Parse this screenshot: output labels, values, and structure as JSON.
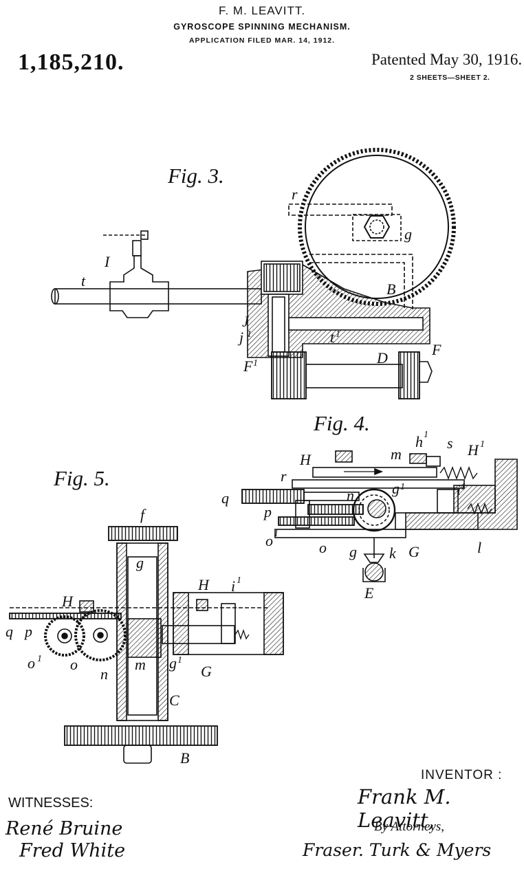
{
  "header": {
    "inventor_name": "F. M. LEAVITT.",
    "title": "GYROSCOPE SPINNING MECHANISM.",
    "filed": "APPLICATION FILED MAR. 14, 1912.",
    "patent_number": "1,185,210.",
    "patented": "Patented May 30, 1916.",
    "sheets": "2 SHEETS—SHEET 2."
  },
  "figures": {
    "fig3": {
      "caption": "Fig. 3.",
      "labels": {
        "r": "r",
        "g": "g",
        "I": "I",
        "t": "t",
        "B": "B",
        "J": "J",
        "j1": "j",
        "j1_sup": "1",
        "t1": "t",
        "t1_sup": "1",
        "D": "D",
        "F": "F",
        "F1": "F",
        "F1_sup": "1"
      }
    },
    "fig4": {
      "caption": "Fig. 4.",
      "labels": {
        "h1": "h",
        "h1_sup": "1",
        "s": "s",
        "H1": "H",
        "H1_sup": "1",
        "m": "m",
        "H": "H",
        "r": "r",
        "g1": "g",
        "g1_sup": "1",
        "q": "q",
        "n": "n",
        "i1": "i",
        "i1_sup": "1",
        "p": "p",
        "o1": "o",
        "o1_sup": "1",
        "o": "o",
        "g": "g",
        "k": "k",
        "G": "G",
        "l": "l",
        "E": "E"
      }
    },
    "fig5": {
      "caption": "Fig. 5.",
      "labels": {
        "f": "f",
        "g": "g",
        "H_top": "H",
        "i1": "i",
        "i1_sup": "1",
        "H": "H",
        "q": "q",
        "p": "p",
        "o1": "o",
        "o1_sup": "1",
        "o": "o",
        "n": "n",
        "m": "m",
        "g1": "g",
        "g1_sup": "1",
        "G": "G",
        "C": "C",
        "B": "B"
      }
    }
  },
  "footer": {
    "inventor_heading": "INVENTOR :",
    "inventor_signature": "Frank M. Leavitt,",
    "witnesses_heading": "WITNESSES:",
    "witness_1": "René Bruine",
    "witness_2": "Fred White",
    "by_attorneys": "By Attorneys,",
    "attorneys_signature": "Fraser. Turk & Myers"
  },
  "colors": {
    "ink": "#111111",
    "paper": "#ffffff"
  }
}
